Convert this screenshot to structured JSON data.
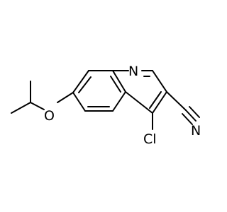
{
  "molecule": {
    "atoms": {
      "nitrogen_ring": "N",
      "chlorine": "Cl",
      "oxygen": "O",
      "nitrile_nitrogen": "N"
    }
  }
}
